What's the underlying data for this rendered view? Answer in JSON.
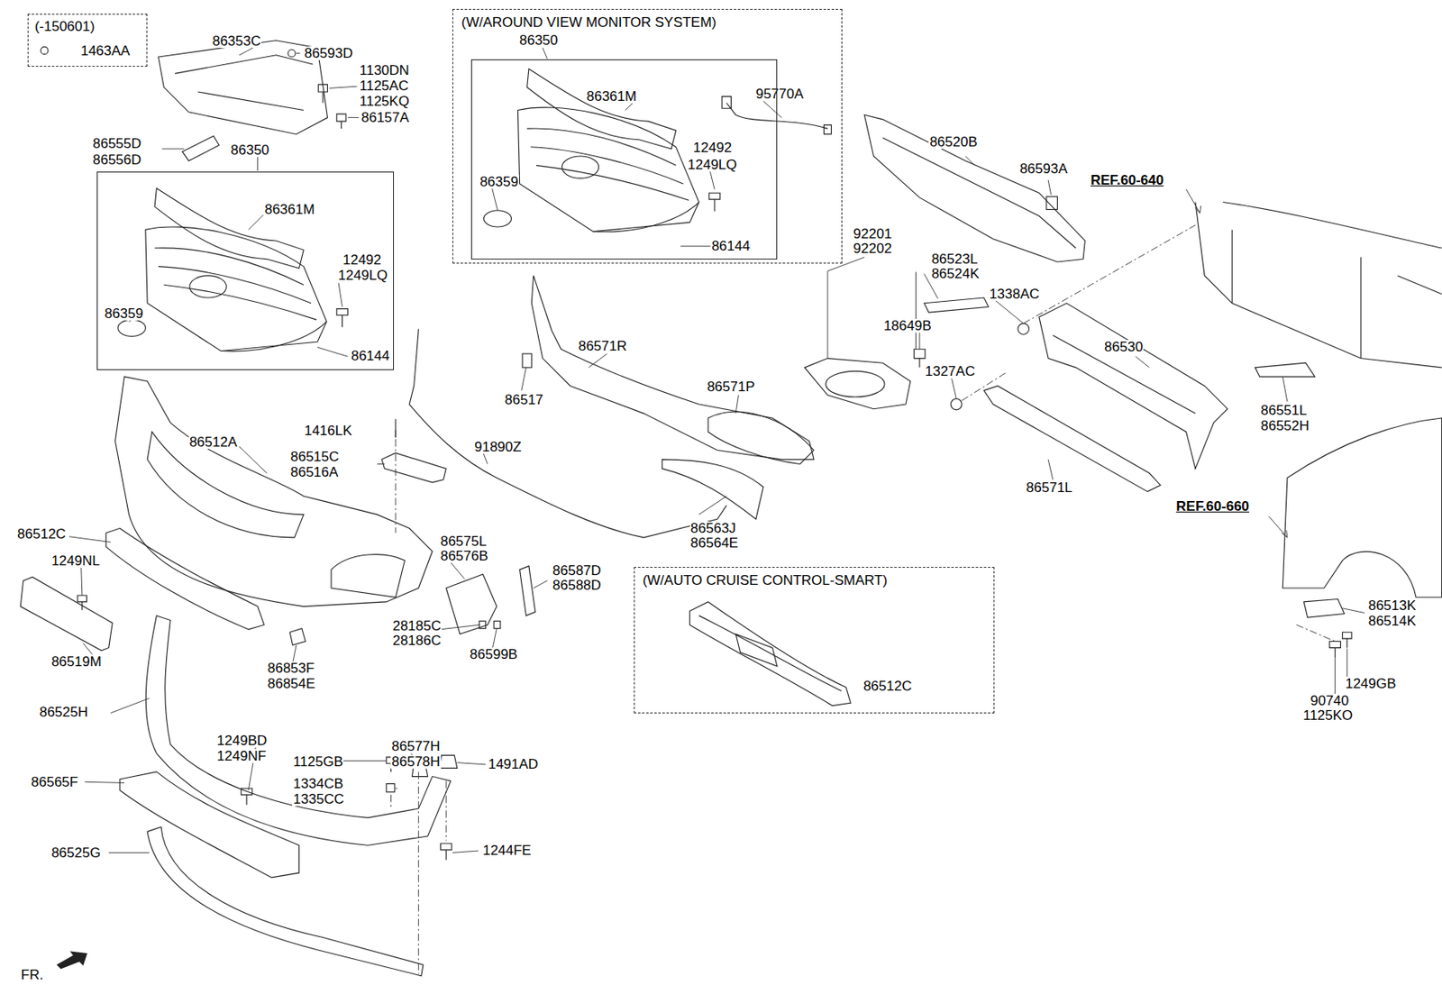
{
  "diagram": {
    "nodes": [
      {
        "text": [
          "(-150601)",
          "1463AA"
        ]
      },
      {
        "text": [
          "86361M",
          "12492",
          "1249LQ",
          "86359",
          "86144"
        ]
      },
      {
        "text": [
          "(W/AROUND VIEW MONITOR SYSTEM)",
          "86350",
          "95770A"
        ]
      },
      {
        "text": [
          "86361M",
          "12492",
          "1249LQ",
          "86359",
          "86144"
        ],
        "in": 2
      },
      {
        "text": [
          "(W/AUTO CRUISE CONTROL-SMART)",
          "86512C"
        ]
      }
    ],
    "edges": [],
    "labels": [
      "86353C",
      "86593D",
      "1130DN",
      "1125AC",
      "1125KQ",
      "86157A",
      "86555D",
      "86556D",
      "86350",
      "86520B",
      "86593A",
      "REF.60-640",
      "92201",
      "92202",
      "86523L",
      "86524K",
      "1338AC",
      "18649B",
      "1327AC",
      "86530",
      "86571R",
      "86571P",
      "86517",
      "86551L",
      "86552H",
      "86512A",
      "1416LK",
      "86515C",
      "86516A",
      "91890Z",
      "86571L",
      "REF.60-660",
      "86563J",
      "86564E",
      "86512C",
      "86575L",
      "86576B",
      "86587D",
      "86588D",
      "1249NL",
      "28185C",
      "28186C",
      "86599B",
      "86513K",
      "86514K",
      "86519M",
      "86853F",
      "86854E",
      "1249GB",
      "90740",
      "1125KO",
      "86525H",
      "86577H",
      "86578H",
      "1249BD",
      "1249NF",
      "1125GB",
      "1491AD",
      "1334CB",
      "1335CC",
      "86565F",
      "1244FE",
      "86525G",
      "FR."
    ]
  }
}
